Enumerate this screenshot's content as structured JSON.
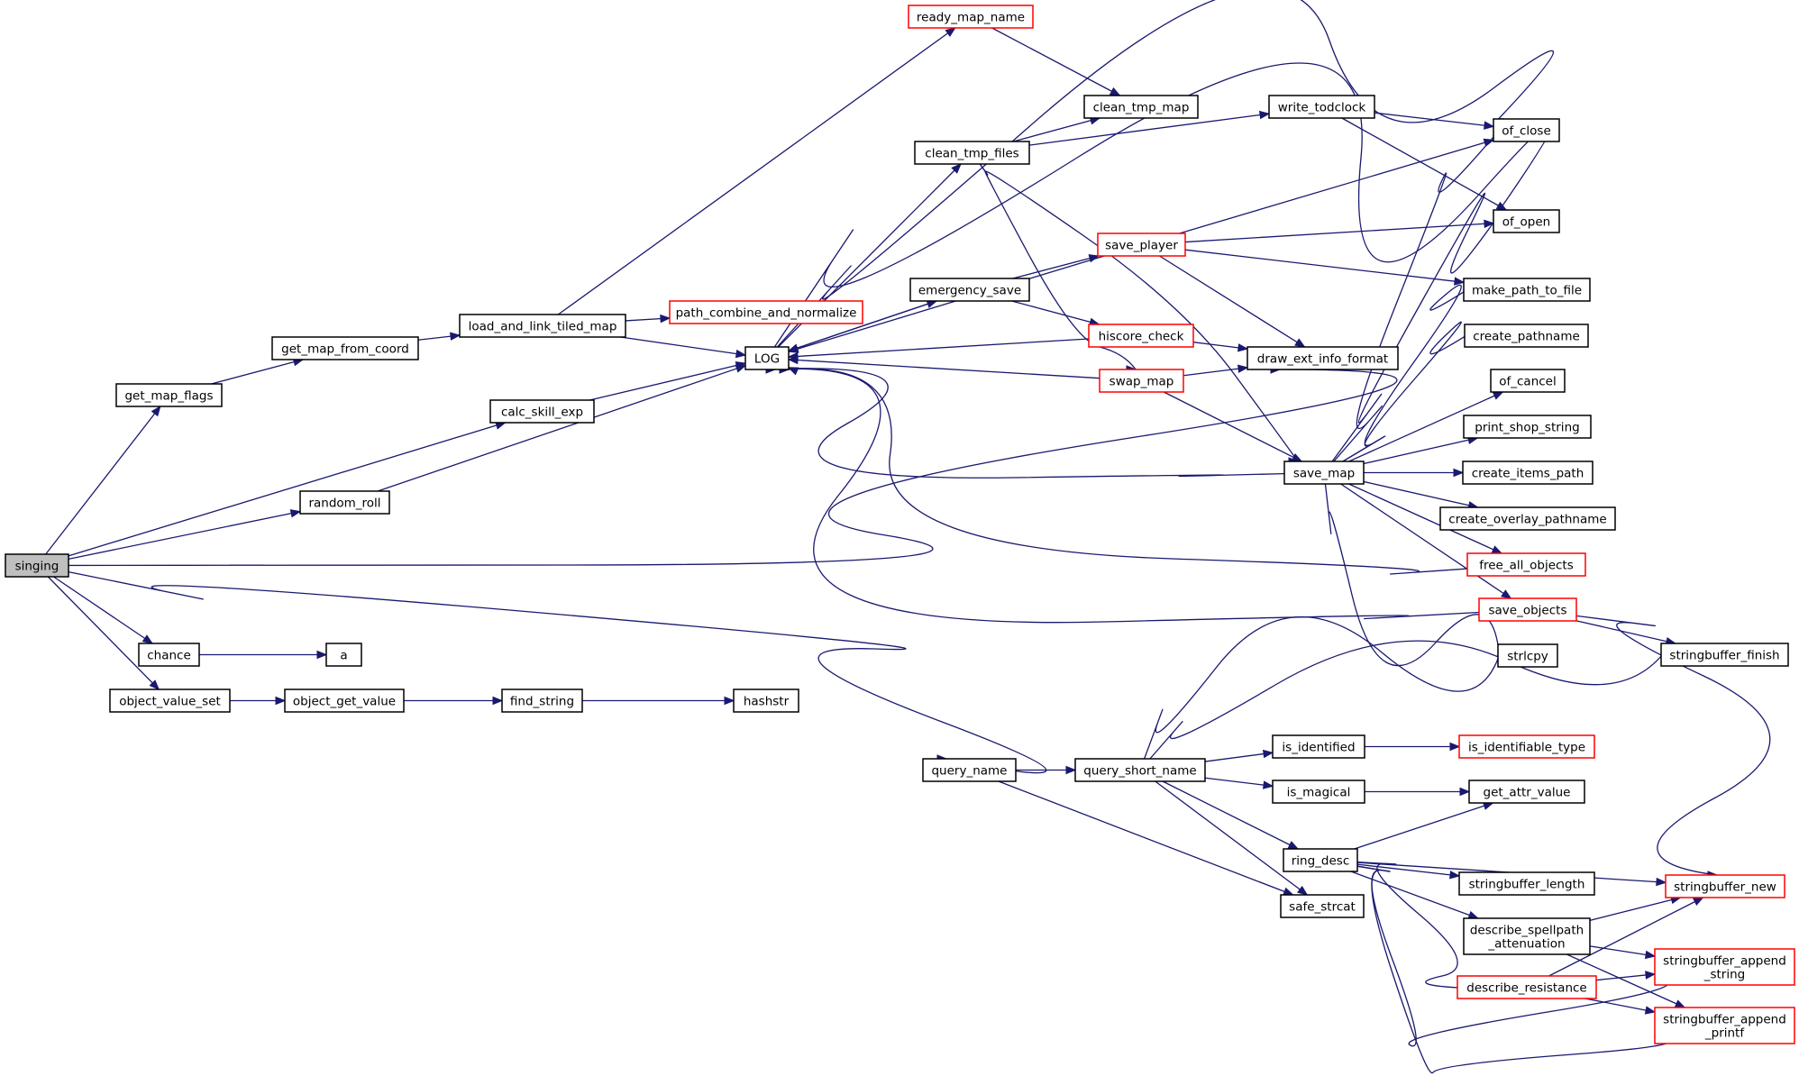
{
  "colors": {
    "edge": "#191970",
    "node_border_default": "#000000",
    "node_border_truncated": "#ff0000",
    "root_fill": "#bfbfbf",
    "node_fill": "#ffffff"
  },
  "nodes": [
    {
      "id": "singing",
      "label": "singing",
      "style": "root"
    },
    {
      "id": "get_map_flags",
      "label": "get_map_flags",
      "style": "normal"
    },
    {
      "id": "get_map_from_coord",
      "label": "get_map_from_coord",
      "style": "normal"
    },
    {
      "id": "load_and_link_tiled_map",
      "label": "load_and_link_tiled_map",
      "style": "normal"
    },
    {
      "id": "ready_map_name",
      "label": "ready_map_name",
      "style": "truncated"
    },
    {
      "id": "path_combine_and_normalize",
      "label": "path_combine_and_normalize",
      "style": "truncated"
    },
    {
      "id": "LOG",
      "label": "LOG",
      "style": "normal"
    },
    {
      "id": "calc_skill_exp",
      "label": "calc_skill_exp",
      "style": "normal"
    },
    {
      "id": "random_roll",
      "label": "random_roll",
      "style": "normal"
    },
    {
      "id": "chance",
      "label": "chance",
      "style": "normal"
    },
    {
      "id": "a",
      "label": "a",
      "style": "normal"
    },
    {
      "id": "object_value_set",
      "label": "object_value_set",
      "style": "normal"
    },
    {
      "id": "object_get_value",
      "label": "object_get_value",
      "style": "normal"
    },
    {
      "id": "find_string",
      "label": "find_string",
      "style": "normal"
    },
    {
      "id": "hashstr",
      "label": "hashstr",
      "style": "normal"
    },
    {
      "id": "clean_tmp_map",
      "label": "clean_tmp_map",
      "style": "normal"
    },
    {
      "id": "clean_tmp_files",
      "label": "clean_tmp_files",
      "style": "normal"
    },
    {
      "id": "write_todclock",
      "label": "write_todclock",
      "style": "normal"
    },
    {
      "id": "emergency_save",
      "label": "emergency_save",
      "style": "normal"
    },
    {
      "id": "save_player",
      "label": "save_player",
      "style": "truncated"
    },
    {
      "id": "hiscore_check",
      "label": "hiscore_check",
      "style": "truncated"
    },
    {
      "id": "swap_map",
      "label": "swap_map",
      "style": "truncated"
    },
    {
      "id": "draw_ext_info_format",
      "label": "draw_ext_info_format",
      "style": "normal"
    },
    {
      "id": "save_map",
      "label": "save_map",
      "style": "normal"
    },
    {
      "id": "of_close",
      "label": "of_close",
      "style": "normal"
    },
    {
      "id": "of_open",
      "label": "of_open",
      "style": "normal"
    },
    {
      "id": "make_path_to_file",
      "label": "make_path_to_file",
      "style": "normal"
    },
    {
      "id": "create_pathname",
      "label": "create_pathname",
      "style": "normal"
    },
    {
      "id": "of_cancel",
      "label": "of_cancel",
      "style": "normal"
    },
    {
      "id": "print_shop_string",
      "label": "print_shop_string",
      "style": "normal"
    },
    {
      "id": "create_items_path",
      "label": "create_items_path",
      "style": "normal"
    },
    {
      "id": "create_overlay_pathname",
      "label": "create_overlay_pathname",
      "style": "normal"
    },
    {
      "id": "free_all_objects",
      "label": "free_all_objects",
      "style": "truncated"
    },
    {
      "id": "save_objects",
      "label": "save_objects",
      "style": "truncated"
    },
    {
      "id": "strlcpy",
      "label": "strlcpy",
      "style": "normal"
    },
    {
      "id": "stringbuffer_finish",
      "label": "stringbuffer_finish",
      "style": "normal"
    },
    {
      "id": "query_name",
      "label": "query_name",
      "style": "normal"
    },
    {
      "id": "query_short_name",
      "label": "query_short_name",
      "style": "normal"
    },
    {
      "id": "is_identified",
      "label": "is_identified",
      "style": "normal"
    },
    {
      "id": "is_identifiable_type",
      "label": "is_identifiable_type",
      "style": "truncated"
    },
    {
      "id": "is_magical",
      "label": "is_magical",
      "style": "normal"
    },
    {
      "id": "get_attr_value",
      "label": "get_attr_value",
      "style": "normal"
    },
    {
      "id": "ring_desc",
      "label": "ring_desc",
      "style": "normal"
    },
    {
      "id": "stringbuffer_length",
      "label": "stringbuffer_length",
      "style": "normal"
    },
    {
      "id": "stringbuffer_new",
      "label": "stringbuffer_new",
      "style": "truncated"
    },
    {
      "id": "safe_strcat",
      "label": "safe_strcat",
      "style": "normal"
    },
    {
      "id": "describe_spellpath_attenuation",
      "label": "describe_spellpath\n_attenuation",
      "style": "normal"
    },
    {
      "id": "stringbuffer_append_string",
      "label": "stringbuffer_append\n_string",
      "style": "truncated"
    },
    {
      "id": "describe_resistance",
      "label": "describe_resistance",
      "style": "truncated"
    },
    {
      "id": "stringbuffer_append_printf",
      "label": "stringbuffer_append\n_printf",
      "style": "truncated"
    }
  ],
  "edges": [
    [
      "singing",
      "get_map_flags"
    ],
    [
      "singing",
      "calc_skill_exp"
    ],
    [
      "singing",
      "random_roll"
    ],
    [
      "singing",
      "draw_ext_info_format"
    ],
    [
      "singing",
      "query_name"
    ],
    [
      "singing",
      "chance"
    ],
    [
      "singing",
      "object_value_set"
    ],
    [
      "get_map_flags",
      "get_map_from_coord"
    ],
    [
      "get_map_from_coord",
      "load_and_link_tiled_map"
    ],
    [
      "load_and_link_tiled_map",
      "ready_map_name"
    ],
    [
      "load_and_link_tiled_map",
      "path_combine_and_normalize"
    ],
    [
      "load_and_link_tiled_map",
      "LOG"
    ],
    [
      "calc_skill_exp",
      "LOG"
    ],
    [
      "random_roll",
      "LOG"
    ],
    [
      "chance",
      "a"
    ],
    [
      "object_value_set",
      "object_get_value"
    ],
    [
      "object_get_value",
      "find_string"
    ],
    [
      "find_string",
      "hashstr"
    ],
    [
      "ready_map_name",
      "clean_tmp_map"
    ],
    [
      "LOG",
      "clean_tmp_files"
    ],
    [
      "LOG",
      "emergency_save"
    ],
    [
      "LOG",
      "of_close"
    ],
    [
      "LOG",
      "of_open"
    ],
    [
      "clean_tmp_files",
      "clean_tmp_map"
    ],
    [
      "clean_tmp_files",
      "write_todclock"
    ],
    [
      "clean_tmp_files",
      "swap_map"
    ],
    [
      "clean_tmp_files",
      "save_map"
    ],
    [
      "write_todclock",
      "of_close"
    ],
    [
      "write_todclock",
      "of_open"
    ],
    [
      "emergency_save",
      "LOG"
    ],
    [
      "emergency_save",
      "save_player"
    ],
    [
      "emergency_save",
      "hiscore_check"
    ],
    [
      "save_player",
      "LOG"
    ],
    [
      "save_player",
      "of_close"
    ],
    [
      "save_player",
      "of_open"
    ],
    [
      "save_player",
      "make_path_to_file"
    ],
    [
      "save_player",
      "draw_ext_info_format"
    ],
    [
      "hiscore_check",
      "LOG"
    ],
    [
      "hiscore_check",
      "draw_ext_info_format"
    ],
    [
      "swap_map",
      "LOG"
    ],
    [
      "swap_map",
      "draw_ext_info_format"
    ],
    [
      "swap_map",
      "save_map"
    ],
    [
      "save_map",
      "LOG"
    ],
    [
      "save_map",
      "of_close"
    ],
    [
      "save_map",
      "of_open"
    ],
    [
      "save_map",
      "make_path_to_file"
    ],
    [
      "save_map",
      "create_pathname"
    ],
    [
      "save_map",
      "of_cancel"
    ],
    [
      "save_map",
      "print_shop_string"
    ],
    [
      "save_map",
      "create_items_path"
    ],
    [
      "save_map",
      "create_overlay_pathname"
    ],
    [
      "save_map",
      "free_all_objects"
    ],
    [
      "save_map",
      "save_objects"
    ],
    [
      "save_map",
      "strlcpy"
    ],
    [
      "free_all_objects",
      "LOG"
    ],
    [
      "save_objects",
      "LOG"
    ],
    [
      "save_objects",
      "stringbuffer_finish"
    ],
    [
      "save_objects",
      "stringbuffer_new"
    ],
    [
      "query_name",
      "query_short_name"
    ],
    [
      "query_name",
      "safe_strcat"
    ],
    [
      "query_short_name",
      "strlcpy"
    ],
    [
      "query_short_name",
      "stringbuffer_finish"
    ],
    [
      "query_short_name",
      "is_identified"
    ],
    [
      "query_short_name",
      "is_magical"
    ],
    [
      "query_short_name",
      "ring_desc"
    ],
    [
      "query_short_name",
      "safe_strcat"
    ],
    [
      "is_identified",
      "is_identifiable_type"
    ],
    [
      "is_magical",
      "get_attr_value"
    ],
    [
      "ring_desc",
      "get_attr_value"
    ],
    [
      "ring_desc",
      "stringbuffer_new"
    ],
    [
      "ring_desc",
      "stringbuffer_length"
    ],
    [
      "ring_desc",
      "describe_spellpath_attenuation"
    ],
    [
      "ring_desc",
      "describe_resistance"
    ],
    [
      "ring_desc",
      "stringbuffer_append_string"
    ],
    [
      "ring_desc",
      "stringbuffer_append_printf"
    ],
    [
      "describe_spellpath_attenuation",
      "stringbuffer_new"
    ],
    [
      "describe_spellpath_attenuation",
      "stringbuffer_append_string"
    ],
    [
      "describe_spellpath_attenuation",
      "stringbuffer_append_printf"
    ],
    [
      "describe_resistance",
      "stringbuffer_new"
    ],
    [
      "describe_resistance",
      "stringbuffer_append_string"
    ],
    [
      "describe_resistance",
      "stringbuffer_append_printf"
    ]
  ]
}
